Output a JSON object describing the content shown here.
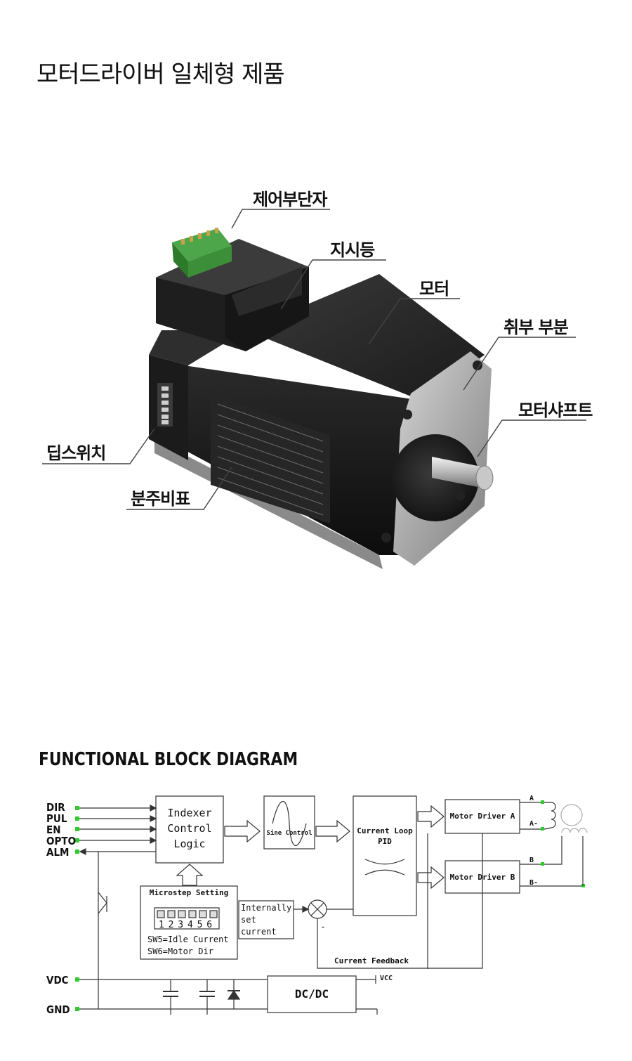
{
  "header": {
    "title": "모터드라이버 일체형 제품"
  },
  "product": {
    "callouts": {
      "control_terminal": "제어부단자",
      "indicator": "지시등",
      "motor": "모터",
      "mounting": "취부 부분",
      "shaft": "모터샤프트",
      "dip_switch": "딥스위치",
      "spec_table": "분주비표"
    }
  },
  "diagram": {
    "title": "FUNCTIONAL BLOCK DIAGRAM",
    "inputs": {
      "dir": "DIR",
      "pul": "PUL",
      "en": "EN",
      "opto": "OPTO",
      "alm": "ALM"
    },
    "indexer": {
      "line1": "Indexer",
      "line2": "Control",
      "line3": "Logic"
    },
    "sine_control": "Sine Control",
    "current_loop": {
      "line1": "Current Loop",
      "line2": "PID"
    },
    "driver_a": "Motor Driver A",
    "driver_b": "Motor Driver B",
    "phases": {
      "a_plus": "A",
      "a_minus": "A-",
      "b_plus": "B",
      "b_minus": "B-"
    },
    "microstep": {
      "title": "Microstep Setting",
      "switch_numbers": "1 2 3 4 5 6",
      "sw5": "SW5=Idle Current",
      "sw6": "SW6=Motor Dir"
    },
    "internal_current": {
      "line1": "Internally",
      "line2": "set",
      "line3": "current"
    },
    "feedback_label": "Current Feedback",
    "minus_sign": "-",
    "vdc": "VDC",
    "gnd": "GND",
    "vcc": "VCC",
    "dcdc": "DC/DC"
  }
}
